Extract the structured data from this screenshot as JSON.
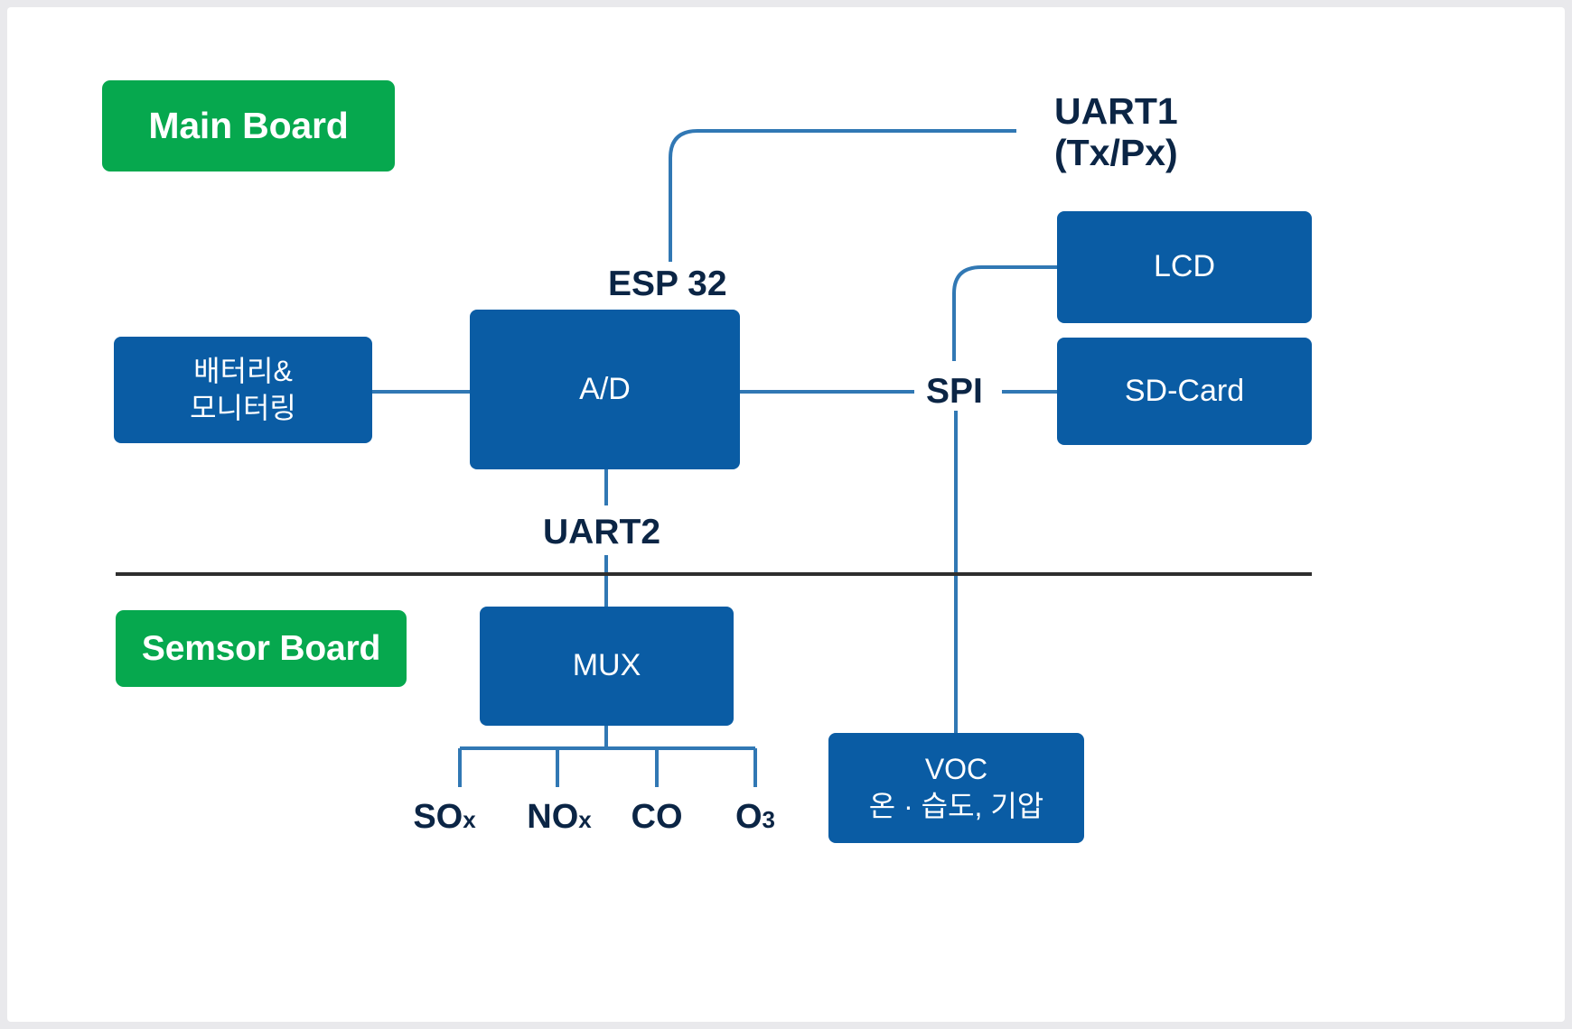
{
  "diagram": {
    "type": "block-diagram",
    "title_tags": {
      "main_board": "Main Board",
      "sensor_board": "Semsor Board"
    },
    "colors": {
      "board_tag_green": "#06a84e",
      "node_blue": "#0a5ca4",
      "label_navy": "#0b2545",
      "wire_blue": "#3178b4",
      "divider_dark": "#2e2e2e",
      "sheet_white": "#ffffff",
      "page_gray": "#e9e9ec"
    },
    "nodes": {
      "ad": "A/D",
      "battery": "배터리&\n모니터링",
      "lcd": "LCD",
      "sdcard": "SD-Card",
      "mux": "MUX",
      "voc": "VOC\n온 · 습도, 기압"
    },
    "labels": {
      "uart1": "UART1\n(Tx/Px)",
      "esp32": "ESP 32",
      "spi": "SPI",
      "uart2": "UART2"
    },
    "sensors": [
      {
        "name": "SOx",
        "base": "SO",
        "sub": "x"
      },
      {
        "name": "NOx",
        "base": "NO",
        "sub": "x"
      },
      {
        "name": "CO",
        "base": "CO",
        "sub": ""
      },
      {
        "name": "O3",
        "base": "O",
        "sub": "3"
      }
    ]
  }
}
